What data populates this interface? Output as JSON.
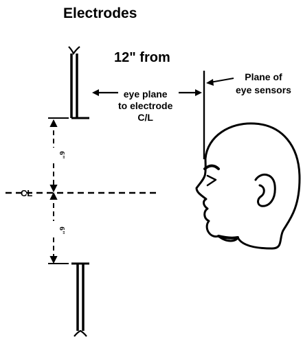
{
  "title": "Electrodes",
  "distance_label": "12\" from",
  "eye_plane_label": [
    "eye plane",
    "to electrode",
    "C/L"
  ],
  "sensor_plane_label": [
    "Plane of",
    "eye sensors"
  ],
  "centerline_label": "CL",
  "upper_spacing": "6\"",
  "lower_spacing": "6\""
}
